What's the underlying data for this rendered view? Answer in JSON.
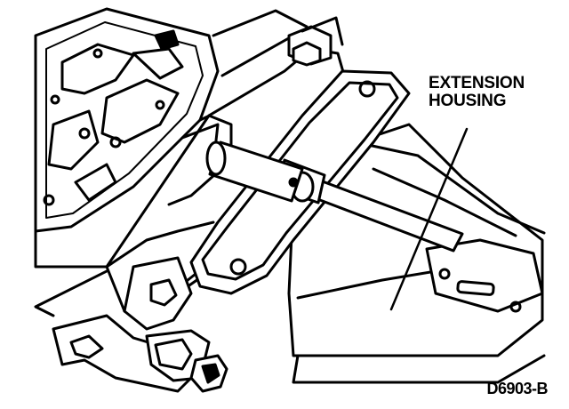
{
  "figure": {
    "callout": {
      "line1": "EXTENSION",
      "line2": "HOUSING"
    },
    "figure_code": "D6903-B",
    "colors": {
      "ink": "#000000",
      "paper": "#ffffff"
    }
  }
}
